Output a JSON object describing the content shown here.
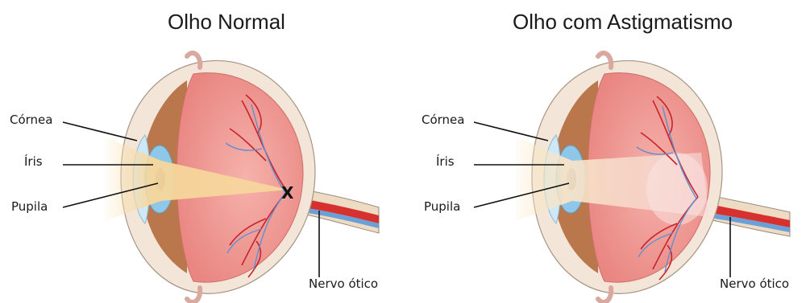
{
  "panels": [
    {
      "title": "Olho Normal",
      "labels": {
        "cornea": "Córnea",
        "iris": "Íris",
        "pupil": "Pupila",
        "nerve": "Nervo ótico"
      },
      "focus_mark": "X"
    },
    {
      "title": "Olho com Astigmatismo",
      "labels": {
        "cornea": "Córnea",
        "iris": "Íris",
        "pupil": "Pupila",
        "nerve": "Nervo ótico"
      }
    }
  ],
  "colors": {
    "sclera_outer": "#f3e6d8",
    "retina": "#e9888a",
    "eye_interior": "#f4a7a3",
    "choroid_brown": "#b9774b",
    "iris_blue": "#8fc7e8",
    "lens_blue": "#cfe8f7",
    "vessel_red": "#c8222a",
    "vessel_blue": "#5f8fd0",
    "light_beam": "#f7d79c",
    "nerve_red": "#d7312f",
    "nerve_blue": "#6b9fd8"
  }
}
